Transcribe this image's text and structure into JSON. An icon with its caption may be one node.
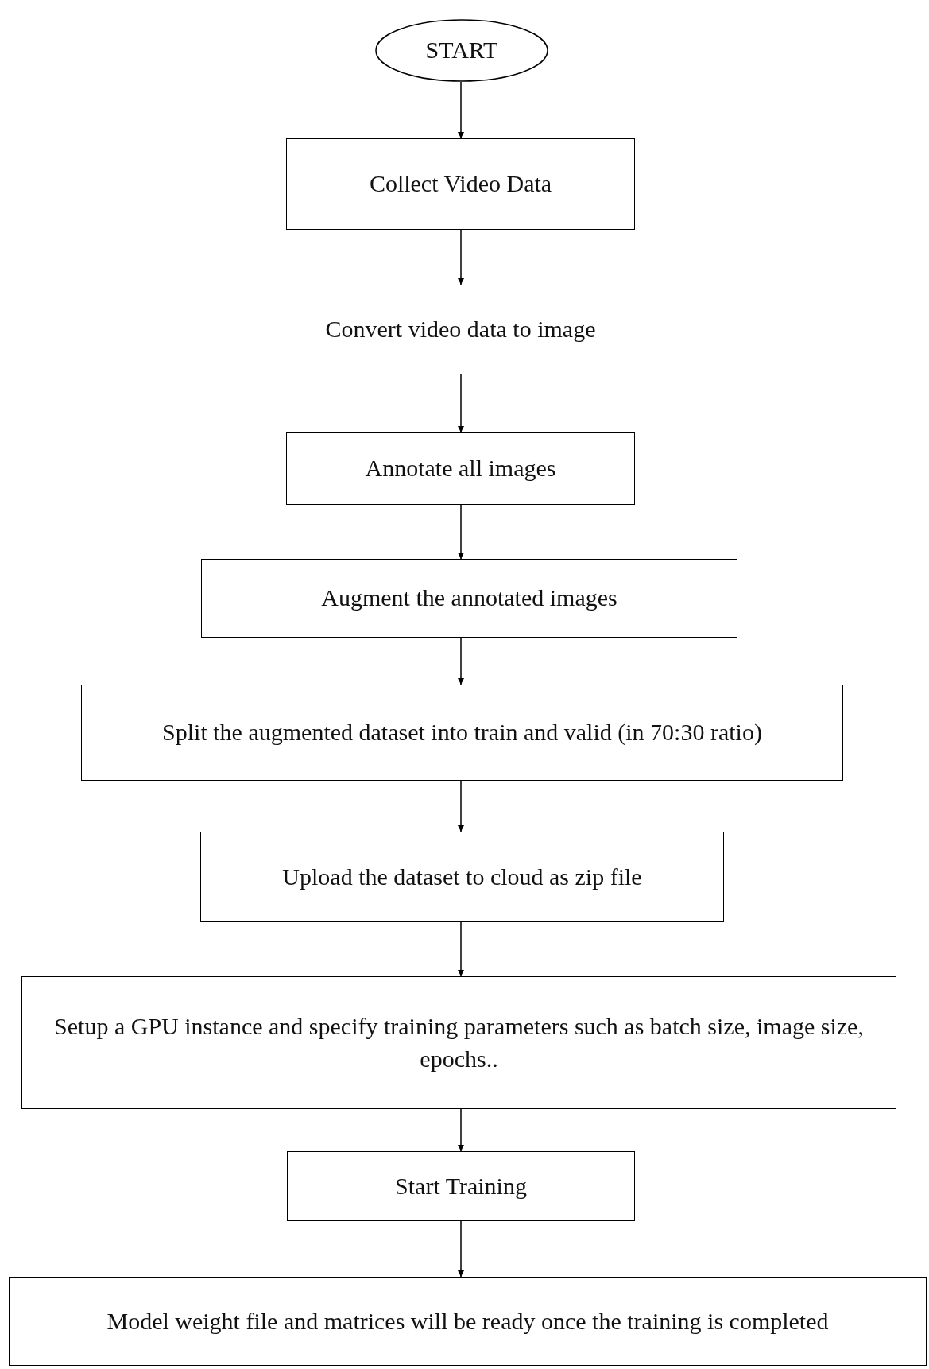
{
  "diagram": {
    "nodes": [
      {
        "text": [
          "START"
        ]
      },
      {
        "text": [
          "Collect Video Data"
        ]
      },
      {
        "text": [
          "Convert video data to image"
        ]
      },
      {
        "text": [
          "Annotate all images"
        ]
      },
      {
        "text": [
          "Augment the annotated images"
        ]
      },
      {
        "text": [
          "Split the augmented dataset into train and valid (in 70:30 ratio)"
        ]
      },
      {
        "text": [
          "Upload the dataset to cloud as zip file"
        ]
      },
      {
        "text": [
          "Setup a GPU instance and specify training parameters such as batch size, image size, epochs.."
        ]
      },
      {
        "text": [
          "Start Training"
        ]
      },
      {
        "text": [
          "Model weight file and matrices will be ready once the training is completed"
        ]
      }
    ],
    "edges": [
      {
        "from": 0,
        "to": 1,
        "arrow": "to"
      },
      {
        "from": 1,
        "to": 2,
        "arrow": "to"
      },
      {
        "from": 2,
        "to": 3,
        "arrow": "to"
      },
      {
        "from": 3,
        "to": 4,
        "arrow": "to"
      },
      {
        "from": 4,
        "to": 5,
        "arrow": "to"
      },
      {
        "from": 5,
        "to": 6,
        "arrow": "to"
      },
      {
        "from": 6,
        "to": 7,
        "arrow": "to"
      },
      {
        "from": 7,
        "to": 8,
        "arrow": "to"
      },
      {
        "from": 8,
        "to": 9,
        "arrow": "to"
      }
    ]
  }
}
